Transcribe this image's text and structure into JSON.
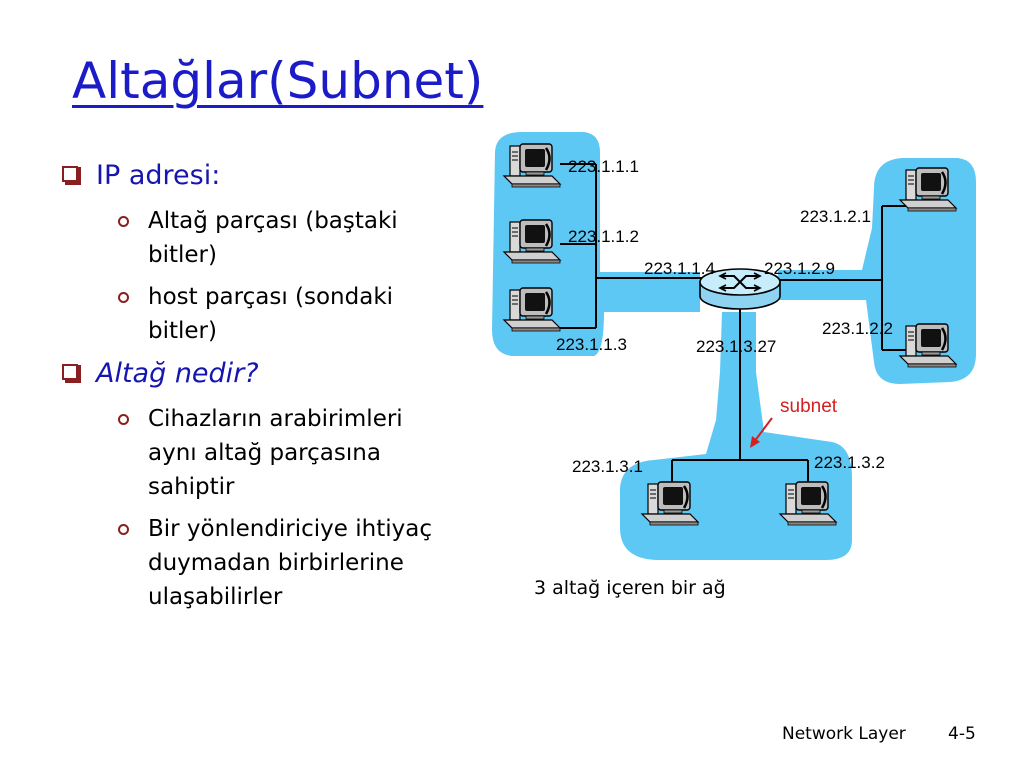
{
  "title": "Altağlar(Subnet)",
  "bullets": [
    {
      "text": "IP adresi:",
      "italic": false,
      "subs": [
        "Altağ parçası (baştaki bitler)",
        "host parçası (sondaki bitler)"
      ]
    },
    {
      "text": "Altağ nedir?",
      "italic": true,
      "subs": [
        "Cihazların arabirimleri aynı altağ parçasına sahiptir",
        "Bir yönlendiriciye ihtiyaç duymadan birbirlerine ulaşabilirler"
      ]
    }
  ],
  "diagram": {
    "addresses": {
      "h111": "223.1.1.1",
      "h112": "223.1.1.2",
      "h113": "223.1.1.3",
      "r114": "223.1.1.4",
      "r129": "223.1.2.9",
      "r1327": "223.1.3.27",
      "h121": "223.1.2.1",
      "h122": "223.1.2.2",
      "h131": "223.1.3.1",
      "h132": "223.1.3.2"
    },
    "subnet_label": "subnet",
    "caption": "3 altağ içeren bir ağ",
    "colors": {
      "subnet_fill": "#5ec8f5",
      "link": "#000000",
      "title": "#1b1bc8",
      "bullet_marker": "#8a1f1f",
      "subnet_arrow": "#d42020",
      "subnet_label": "#d42020"
    }
  },
  "footer": {
    "section": "Network Layer",
    "page": "4-5"
  }
}
